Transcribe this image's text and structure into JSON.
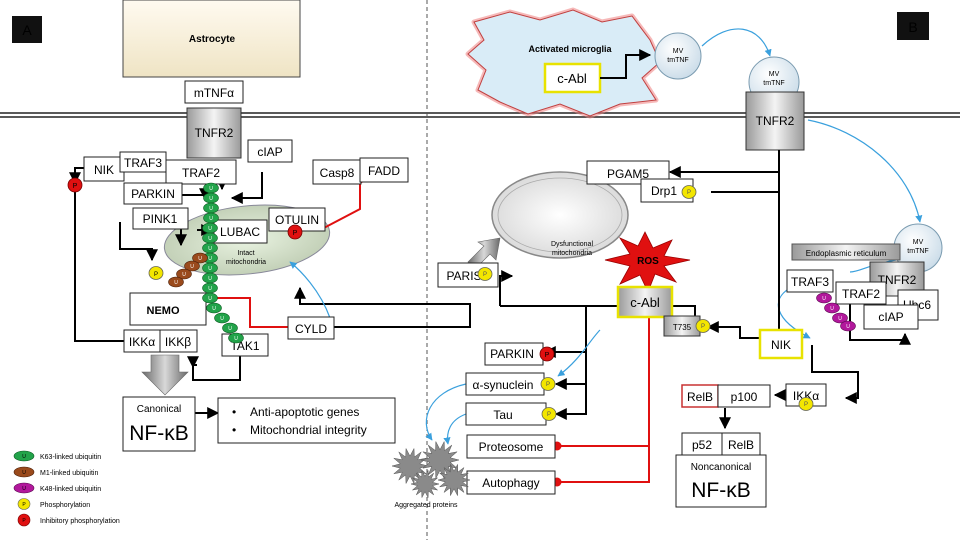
{
  "panels": {
    "a": "A",
    "b": "B"
  },
  "cells": {
    "astrocyte": "Astrocyte",
    "microglia": "Activated microglia"
  },
  "a": {
    "mtnf": "mTNFα",
    "tnfr2": "TNFR2",
    "traf2": "TRAF2",
    "traf3": "TRAF3",
    "nik": "NIK",
    "ciap": "cIAP",
    "parkin": "PARKIN",
    "pink1": "PINK1",
    "lubac": "LUBAC",
    "otulin": "OTULIN",
    "casp8": "Casp8",
    "fadd": "FADD",
    "mito_line1": "Intact",
    "mito_line2": "mitochondria",
    "nemo": "NEMO",
    "ikka": "IKKα",
    "ikkb": "IKKβ",
    "tak1": "TAK1",
    "cyld": "CYLD",
    "canonical": "Canonical",
    "nfkb": "NF-κB",
    "outcome1": "Anti-apoptotic genes",
    "outcome2": "Mitochondrial integrity"
  },
  "b": {
    "cabl": "c-Abl",
    "mv_line1": "MV",
    "mv_line2": "tmTNF",
    "tnfr2": "TNFR2",
    "pgam5": "PGAM5",
    "drp1": "Drp1",
    "dys_line1": "Dysfunctional",
    "dys_line2": "mitochondria",
    "ros": "ROS",
    "paris": "PARIS",
    "t735": "T735",
    "parkin": "PARKIN",
    "asyn": "α-synuclein",
    "tau": "Tau",
    "proteosome": "Proteosome",
    "autophagy": "Autophagy",
    "aggregated": "Aggregated proteins",
    "er": "Endoplasmic reticulum",
    "traf3": "TRAF3",
    "traf2": "TRAF2",
    "ubc6": "Ubc6",
    "ciap": "cIAP",
    "nik": "NIK",
    "ikka": "IKKα",
    "relb": "RelB",
    "p100": "p100",
    "p52": "p52",
    "noncanonical": "Noncanonical",
    "nfkb": "NF-κB"
  },
  "marks": {
    "u": "U",
    "p": "P"
  },
  "legend": {
    "k63": "K63-linked ubiquitin",
    "m1": "M1-linked ubiquitin",
    "k48": "K48-linked ubiquitin",
    "phos": "Phosphorylation",
    "inhib": "Inhibitory phosphorylation"
  },
  "colors": {
    "k63": "#22a34a",
    "m1": "#9a4a1c",
    "k48": "#b2189c",
    "phos": "#f3e600",
    "inhib": "#e01010",
    "cabl_border": "#e8e200",
    "micro_glow": "#f08080",
    "relb_border": "#c83232"
  }
}
